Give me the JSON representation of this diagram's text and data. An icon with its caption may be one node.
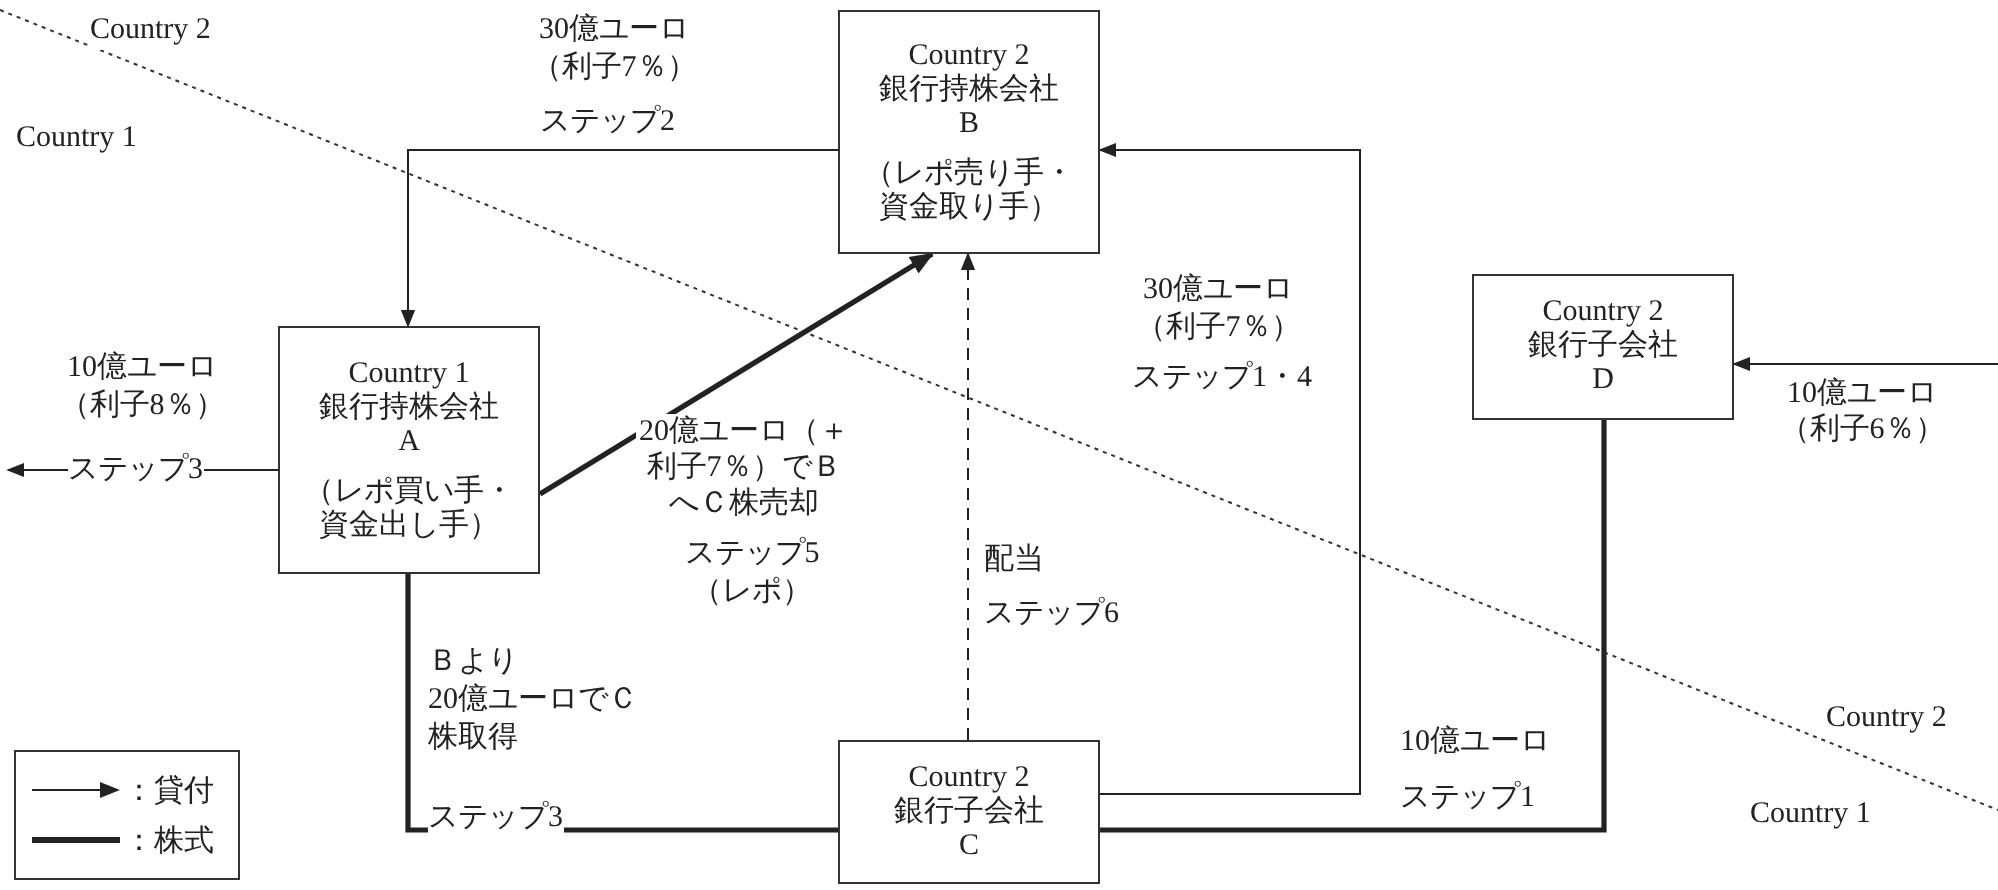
{
  "diagram": {
    "nodes": [
      {
        "text": [
          "Country 2 銀行持株会社 B",
          "（レポ売り手・資金取り手）"
        ]
      },
      {
        "text": [
          "Country 1 銀行持株会社 A",
          "（レポ買い手・資金出し手）"
        ]
      },
      {
        "text": [
          "Country 2 銀行子会社 D"
        ]
      },
      {
        "text": [
          "Country 2 銀行子会社 C"
        ]
      }
    ],
    "edges": [
      {
        "from": 0,
        "to": 1,
        "arrow": "to",
        "label": "30億ユーロ（利子7％）"
      },
      {
        "from": 1,
        "to": 0,
        "arrow": "to",
        "style": "thick",
        "label": "20億ユーロ（＋利子7％）でＢへＣ株売却"
      },
      {
        "from": 3,
        "to": 0,
        "arrow": "to",
        "style": "dashed",
        "label": "配当"
      },
      {
        "from": 3,
        "to": 0,
        "arrow": "to",
        "label": "30億ユーロ（利子7％）"
      },
      {
        "from": 2,
        "to": 3,
        "arrow": "none",
        "style": "thick",
        "label": "10億ユーロ"
      },
      {
        "from": 1,
        "to": 3,
        "arrow": "none",
        "style": "thick",
        "label": "Ｂより20億ユーロでＣ株取得"
      },
      {
        "from": 1,
        "to": null,
        "arrow": "to",
        "label": "10億ユーロ（利子8％）"
      },
      {
        "from": null,
        "to": 2,
        "arrow": "to",
        "label": "10億ユーロ（利子6％）"
      }
    ],
    "labels": [
      "Country 2",
      "ステップ2",
      "Country 1",
      "ステップ1・4",
      "ステップ3",
      "ステップ5（レポ）",
      "ステップ6",
      "ステップ3",
      "ステップ1",
      "Country 2",
      "Country 1"
    ],
    "legend": [
      {
        "text": "：貸付"
      },
      {
        "text": "：株式"
      }
    ]
  }
}
